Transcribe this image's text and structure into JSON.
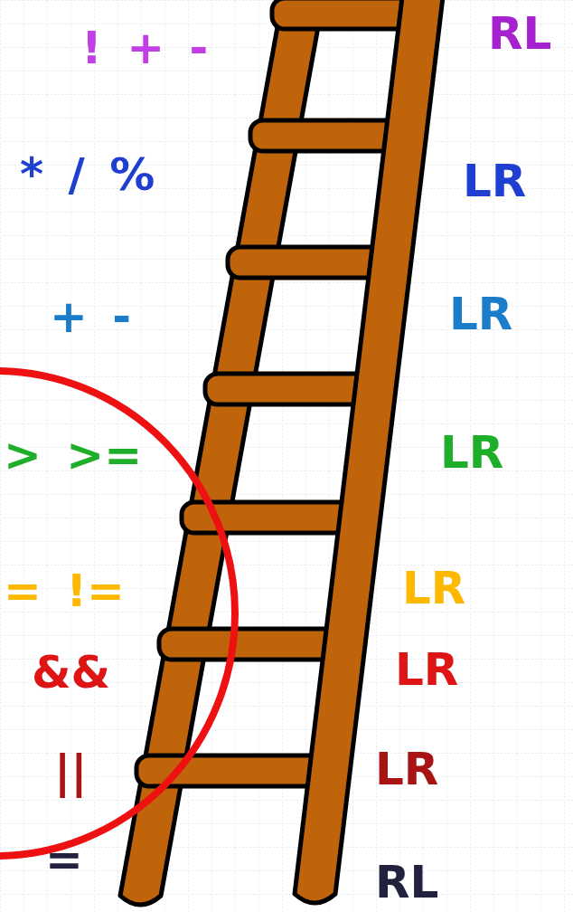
{
  "diagram": {
    "labels": [
      "! + -",
      "RL",
      "* / %",
      "LR",
      "+ -",
      "LR",
      "> >=",
      "LR",
      "= !=",
      "LR",
      "&&",
      "LR",
      "||",
      "LR",
      "=",
      "RL"
    ]
  }
}
